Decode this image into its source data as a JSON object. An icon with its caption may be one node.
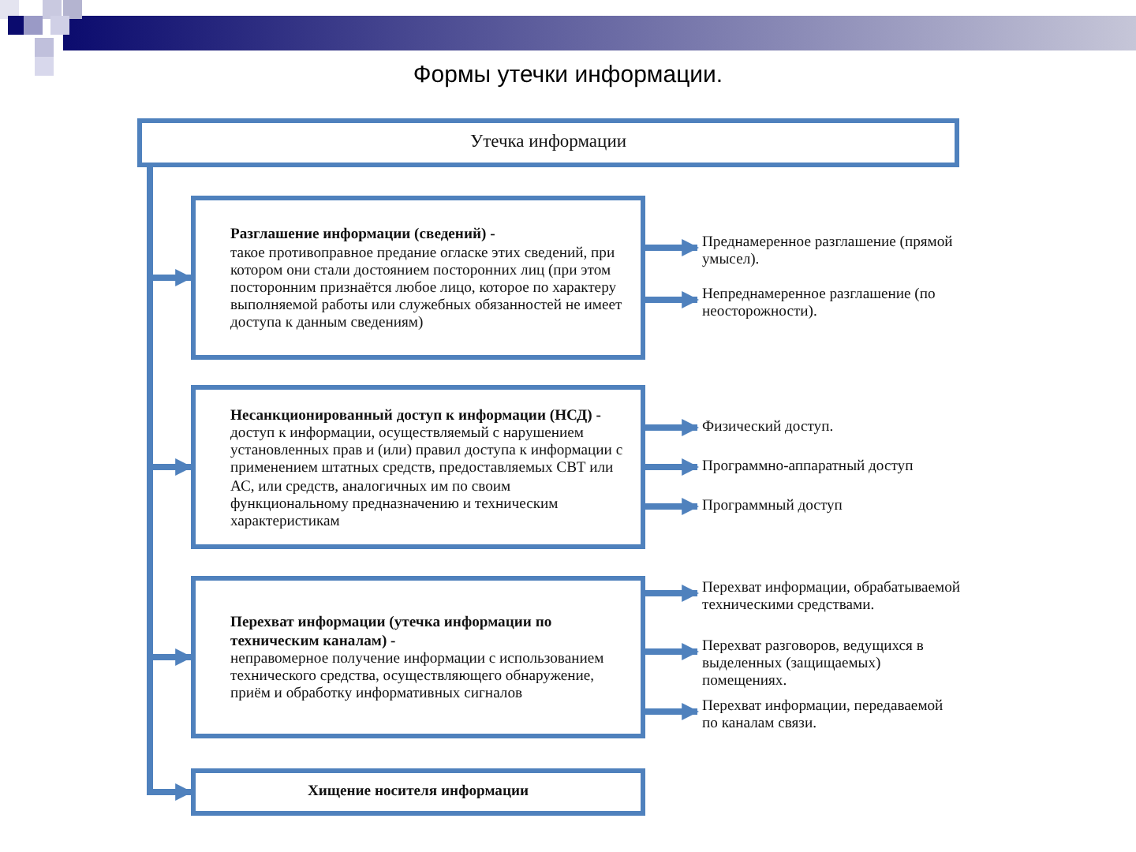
{
  "diagram": {
    "title": "Формы утечки информации.",
    "nodes": [
      {
        "text": [
          "Утечка информации"
        ]
      },
      {
        "text": [
          "Разглашение информации (сведений) -",
          "такое противоправное предание огласке этих сведений, при котором они стали достоянием посторонних лиц (при этом посторонним признаётся любое лицо, которое по характеру выполняемой работы или служебных обязанностей не имеет доступа к данным сведениям)"
        ]
      },
      {
        "text": [
          "Преднамеренное разглашение (прямой умысел)."
        ]
      },
      {
        "text": [
          "Непреднамеренное разглашение (по неосторожности)."
        ]
      },
      {
        "text": [
          "Несанкционированный доступ к информации (НСД) -",
          "доступ к информации, осуществляемый с нарушением установленных прав и (или) правил доступа к информации с применением штатных средств, предоставляемых СВТ или АС, или средств, аналогичных им по своим функциональному предназначению и техническим характеристикам"
        ]
      },
      {
        "text": [
          "Физический доступ."
        ]
      },
      {
        "text": [
          "Программно-аппаратный доступ"
        ]
      },
      {
        "text": [
          "Программный доступ"
        ]
      },
      {
        "text": [
          "Перехват информации (утечка информации по техническим каналам) -",
          "неправомерное получение информации с использованием технического средства, осуществляющего обнаружение, приём и обработку информативных сигналов"
        ]
      },
      {
        "text": [
          "Перехват информации, обрабатываемой техническими средствами."
        ]
      },
      {
        "text": [
          "Перехват разговоров, ведущихся в выделенных (защищаемых) помещениях."
        ]
      },
      {
        "text": [
          "Перехват информации, передаваемой по каналам связи."
        ]
      },
      {
        "text": [
          "Хищение носителя информации"
        ]
      }
    ],
    "edges": [
      {
        "from": 0,
        "to": 1,
        "arrow": "to"
      },
      {
        "from": 0,
        "to": 4,
        "arrow": "to"
      },
      {
        "from": 0,
        "to": 8,
        "arrow": "to"
      },
      {
        "from": 0,
        "to": 12,
        "arrow": "to"
      },
      {
        "from": 1,
        "to": 2,
        "arrow": "to"
      },
      {
        "from": 1,
        "to": 3,
        "arrow": "to"
      },
      {
        "from": 4,
        "to": 5,
        "arrow": "to"
      },
      {
        "from": 4,
        "to": 6,
        "arrow": "to"
      },
      {
        "from": 4,
        "to": 7,
        "arrow": "to"
      },
      {
        "from": 8,
        "to": 9,
        "arrow": "to"
      },
      {
        "from": 8,
        "to": 10,
        "arrow": "to"
      },
      {
        "from": 8,
        "to": 11,
        "arrow": "to"
      }
    ]
  }
}
